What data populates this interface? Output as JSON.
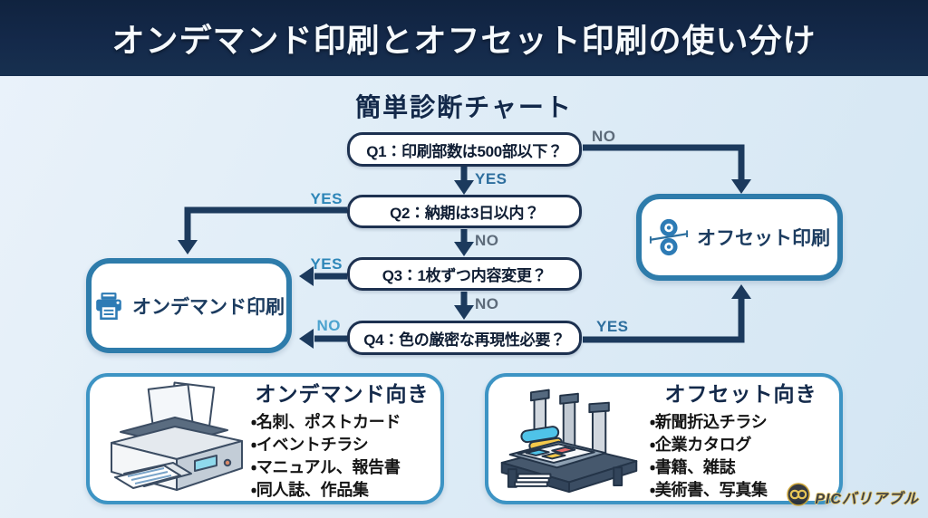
{
  "header": {
    "title": "オンデマンド印刷とオフセット印刷の使い分け"
  },
  "flow": {
    "title": "簡単診断チャート",
    "questions": [
      {
        "id": "q1",
        "label": "Q1：印刷部数は500部以下？"
      },
      {
        "id": "q2",
        "label": "Q2：納期は3日以内？"
      },
      {
        "id": "q3",
        "label": "Q3：1枚ずつ内容変更？"
      },
      {
        "id": "q4",
        "label": "Q4：色の厳密な再現性必要？"
      }
    ],
    "results": [
      {
        "id": "ondemand",
        "label": "オンデマンド印刷",
        "icon": "printer-icon"
      },
      {
        "id": "offset",
        "label": "オフセット印刷",
        "icon": "offset-roller-icon"
      }
    ],
    "edges": [
      {
        "id": "q1-yes",
        "from": "Q1",
        "to": "Q2",
        "label": "YES",
        "color": "#2e6f9e"
      },
      {
        "id": "q1-no",
        "from": "Q1",
        "to": "オフセット印刷",
        "label": "NO",
        "color": "#5d6b7a"
      },
      {
        "id": "q2-yes",
        "from": "Q2",
        "to": "オンデマンド印刷",
        "label": "YES",
        "color": "#2e86b8"
      },
      {
        "id": "q2-no",
        "from": "Q2",
        "to": "Q3",
        "label": "NO",
        "color": "#5d6b7a"
      },
      {
        "id": "q3-yes",
        "from": "Q3",
        "to": "オンデマンド印刷",
        "label": "YES",
        "color": "#2e86b8"
      },
      {
        "id": "q3-no",
        "from": "Q3",
        "to": "Q4",
        "label": "NO",
        "color": "#5d6b7a"
      },
      {
        "id": "q4-no",
        "from": "Q4",
        "to": "オンデマンド印刷",
        "label": "NO",
        "color": "#4da3cf"
      },
      {
        "id": "q4-yes",
        "from": "Q4",
        "to": "オフセット印刷",
        "label": "YES",
        "color": "#2e6f9e"
      }
    ]
  },
  "recommendations": [
    {
      "title": "オンデマンド向き",
      "items": [
        "・名刺、ポストカード",
        "・イベントチラシ",
        "・マニュアル、報告書",
        "・同人誌、作品集"
      ]
    },
    {
      "title": "オフセット向き",
      "items": [
        "・新聞折込チラシ",
        "・企業カタログ",
        "・書籍、雑誌",
        "・美術書、写真集"
      ]
    }
  ],
  "watermark": {
    "text": "PICバリアブル"
  },
  "colors": {
    "header_bg": "#14294a",
    "background": "#ddebf6",
    "arrow": "#1c3a5d",
    "question_border": "#1d3150",
    "result_border": "#2e7cab",
    "recommendation_border": "#3d94c4",
    "accent_blue": "#2d7bb5"
  }
}
